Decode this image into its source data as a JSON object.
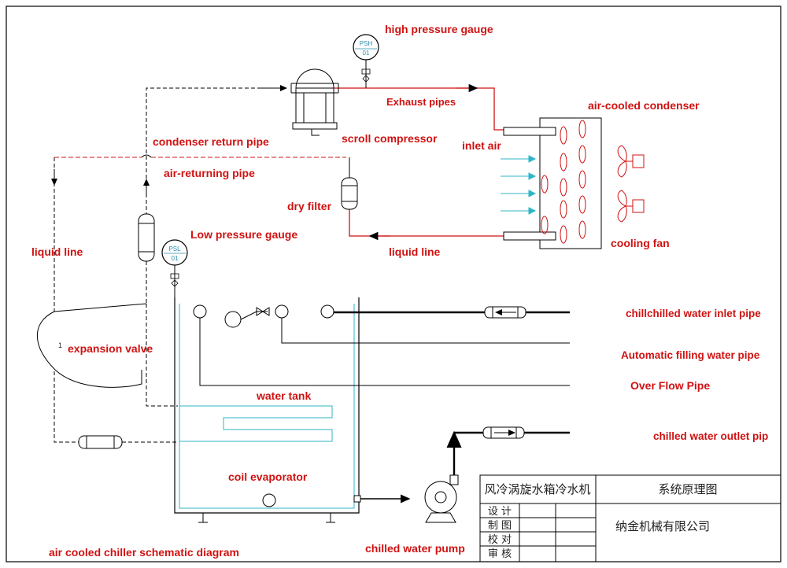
{
  "labels": {
    "high_pressure_gauge": "high pressure gauge",
    "exhaust_pipes": "Exhaust pipes",
    "air_cooled_condenser": "air-cooled condenser",
    "condenser_return_pipe": "condenser return pipe",
    "scroll_compressor": "scroll compressor",
    "inlet_air": "inlet air",
    "air_returning_pipe": "air-returning pipe",
    "dry_filter": "dry filter",
    "low_pressure_gauge": "Low pressure gauge",
    "liquid_line_left": "liquid line",
    "liquid_line_mid": "liquid line",
    "cooling_fan": "cooling fan",
    "chilled_water_inlet_pipe": "chillchilled water inlet pipe",
    "expansion_valve": "expansion valve",
    "automatic_filling_water_pipe": "Automatic filling water pipe",
    "over_flow_pipe": "Over Flow Pipe",
    "water_tank": "water tank",
    "chilled_water_outlet_pipe": "chilled water outlet pip",
    "coil_evaporator": "coil evaporator",
    "chilled_water_pump": "chilled water pump",
    "diagram_caption": "air cooled chiller schematic diagram"
  },
  "gauges": {
    "high": {
      "tag": "PSH",
      "num": "01"
    },
    "low": {
      "tag": "PSL",
      "num": "01"
    }
  },
  "expansion_valve_number": "1",
  "title_block": {
    "product_name": "风冷涡旋水箱冷水机",
    "drawing_title": "系统原理图",
    "company": "纳金机械有限公司",
    "rows": [
      "设 计",
      "制 图",
      "校 对",
      "审 核"
    ]
  },
  "colors": {
    "label_red": "#d01212",
    "pipe_red": "#d01212",
    "cyan": "#2fb6c8",
    "line_black": "#000000"
  }
}
